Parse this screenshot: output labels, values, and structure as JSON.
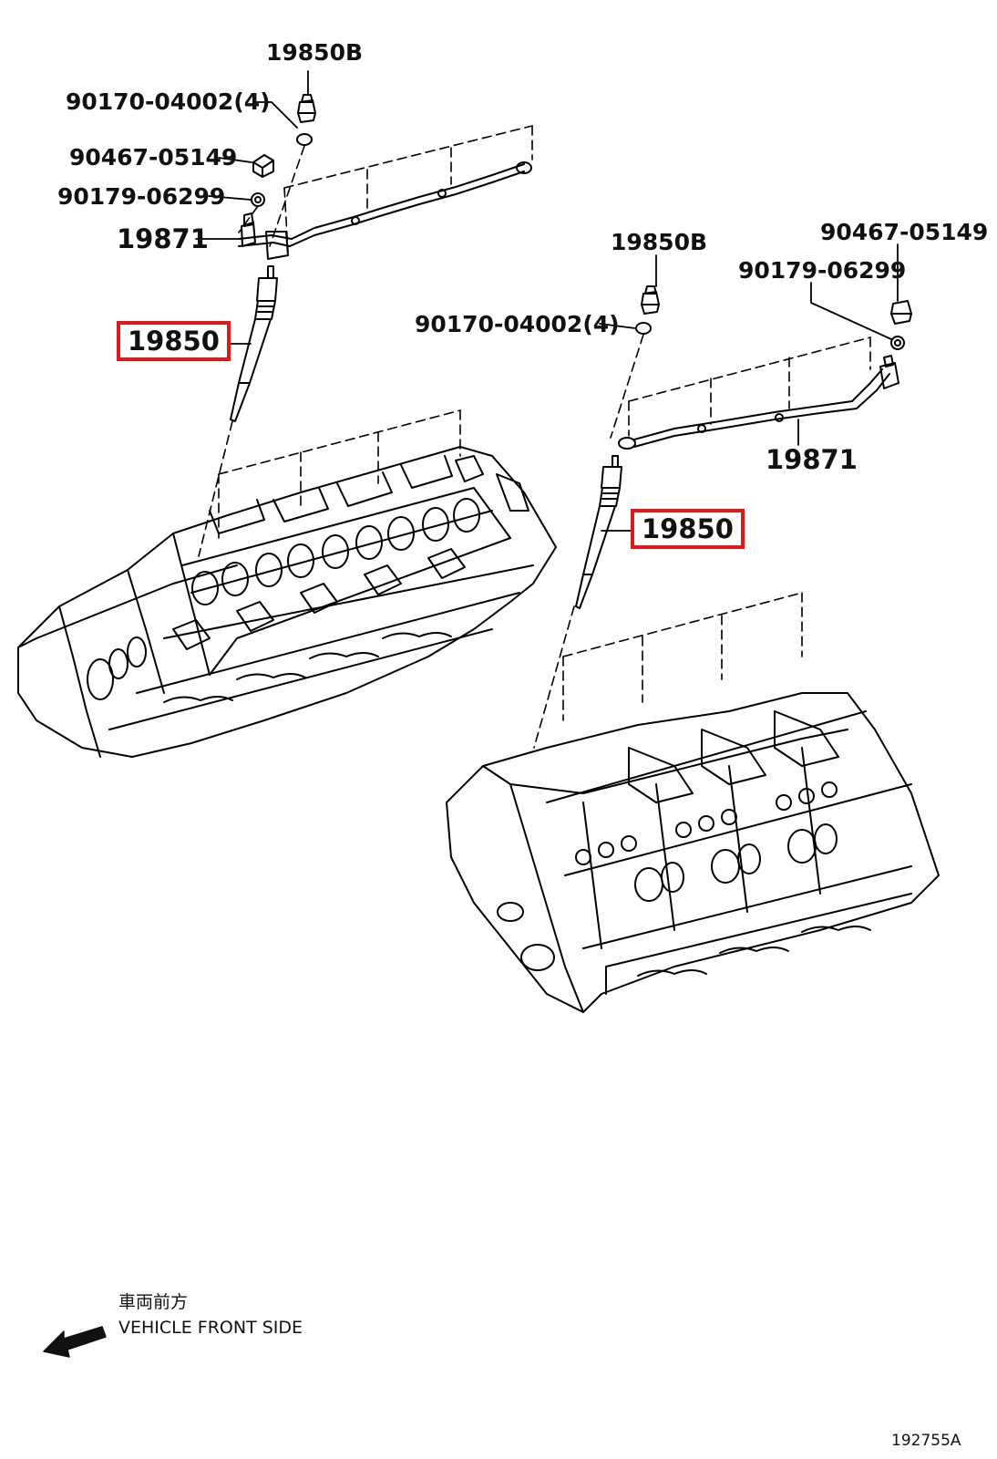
{
  "labels": {
    "left_clamp_bolt": "19850B",
    "left_nut_4": "90170-04002(4)",
    "left_nut_a": "90467-05149",
    "left_washer": "90179-06299",
    "left_wire": "19871",
    "left_glow_plug": "19850",
    "right_clamp_bolt": "19850B",
    "right_nut_a": "90467-05149",
    "right_washer": "90179-06299",
    "right_nut_4": "90170-04002(4)",
    "right_wire": "19871",
    "right_glow_plug": "19850"
  },
  "direction": {
    "japanese": "車両前方",
    "english": "VEHICLE FRONT SIDE"
  },
  "figure_number": "192755A",
  "colors": {
    "highlight_box": "#e01818",
    "line": "#000000"
  }
}
